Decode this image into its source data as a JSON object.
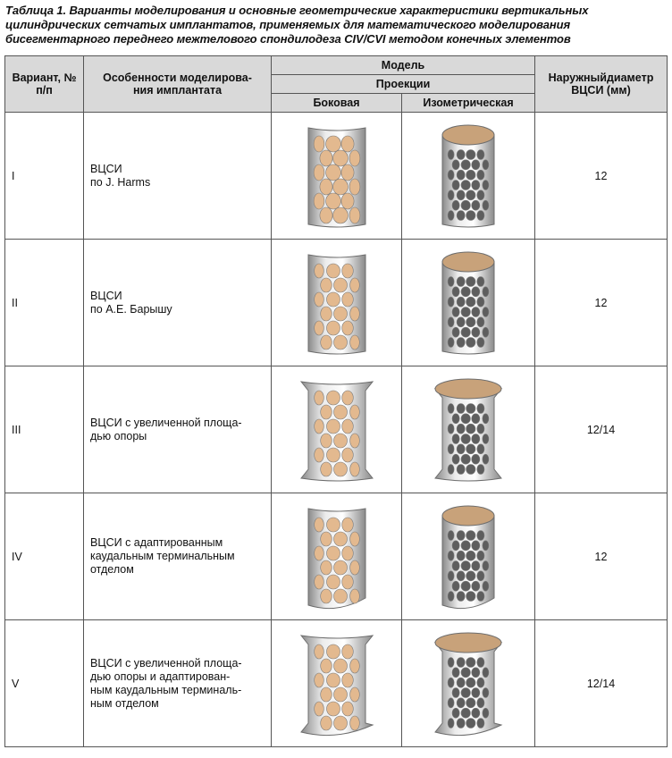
{
  "caption": {
    "label": "Таблица 1.",
    "text": " Варианты моделирования и основные геометрические характеристики вертикальных цилиндрических сетчатых имплантатов, применяемых для математического моделирования бисегментарного переднего межтелового спондилодеза CIV/CVI методом конечных элементов"
  },
  "header": {
    "variant": "Вариант, № п/п",
    "features": "Особенности моделирова-ния имплантата",
    "model": "Модель",
    "projections": "Проекции",
    "side": "Боковая",
    "isometric": "Изометрическая",
    "diameter": "Наружныйдиаметр ВЦСИ (мм)"
  },
  "rows": [
    {
      "num": "I",
      "desc": [
        "ВЦСИ",
        "по J. Harms"
      ],
      "diameter": "12",
      "variant": "plain"
    },
    {
      "num": "II",
      "desc": [
        "ВЦСИ",
        "по А.Е. Барышу"
      ],
      "diameter": "12",
      "variant": "dense"
    },
    {
      "num": "III",
      "desc": [
        "ВЦСИ с увеличенной площа-",
        "дью опоры"
      ],
      "diameter": "12/14",
      "variant": "flared"
    },
    {
      "num": "IV",
      "desc": [
        "ВЦСИ с адаптированным",
        "каудальным терминальным",
        "отделом"
      ],
      "diameter": "12",
      "variant": "curved"
    },
    {
      "num": "V",
      "desc": [
        "ВЦСИ с увеличенной площа-",
        "дью опоры и адаптирован-",
        "ным каудальным терминаль-",
        "ным отделом"
      ],
      "diameter": "12/14",
      "variant": "flared-curved"
    }
  ],
  "colors": {
    "metal_light": "#ececec",
    "metal_dark": "#8a8a8a",
    "hole": "#e3b98f",
    "header_bg": "#d9d9d9",
    "border": "#555555"
  }
}
